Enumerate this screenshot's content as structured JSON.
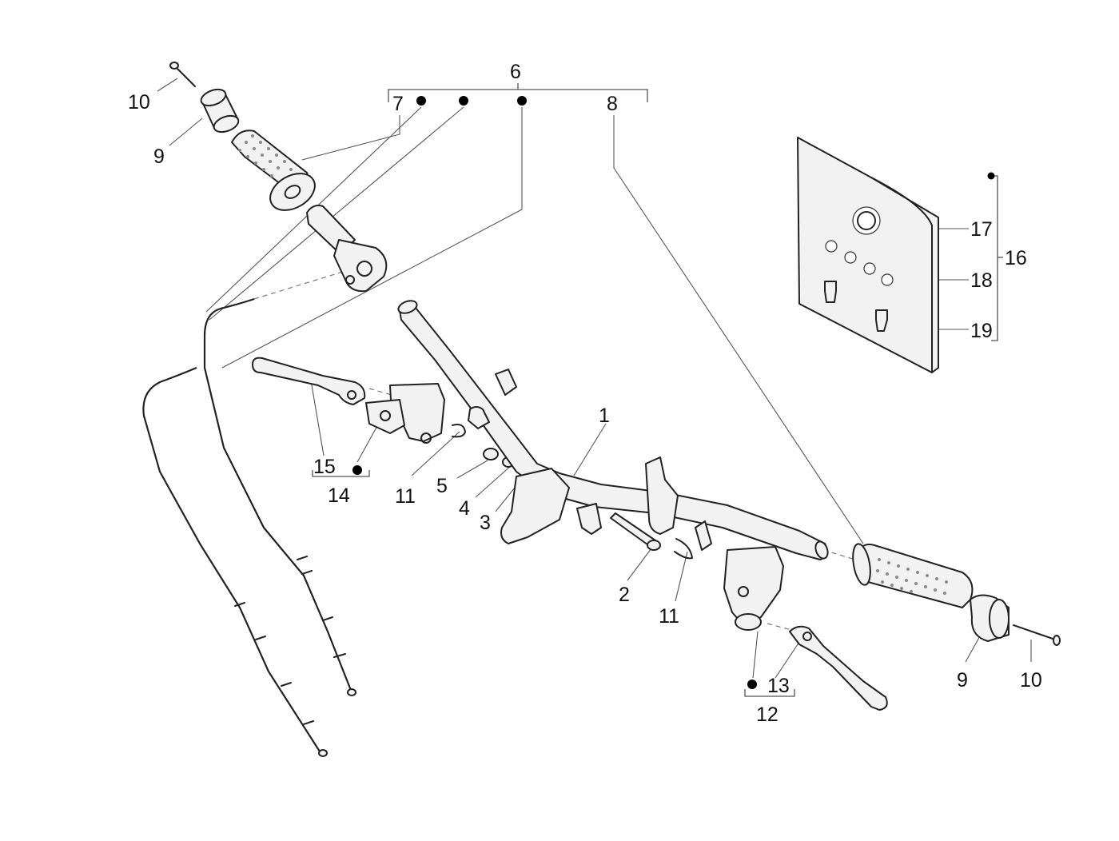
{
  "diagram": {
    "callouts": [
      {
        "id": "n1",
        "text": "1"
      },
      {
        "id": "n2",
        "text": "2"
      },
      {
        "id": "n3",
        "text": "3"
      },
      {
        "id": "n4",
        "text": "4"
      },
      {
        "id": "n5",
        "text": "5"
      },
      {
        "id": "n6",
        "text": "6"
      },
      {
        "id": "n7",
        "text": "7"
      },
      {
        "id": "n8",
        "text": "8"
      },
      {
        "id": "n9a",
        "text": "9"
      },
      {
        "id": "n9b",
        "text": "9"
      },
      {
        "id": "n10a",
        "text": "10"
      },
      {
        "id": "n10b",
        "text": "10"
      },
      {
        "id": "n11a",
        "text": "11"
      },
      {
        "id": "n11b",
        "text": "11"
      },
      {
        "id": "n12",
        "text": "12"
      },
      {
        "id": "n13",
        "text": "13"
      },
      {
        "id": "n14",
        "text": "14"
      },
      {
        "id": "n15",
        "text": "15"
      },
      {
        "id": "n16",
        "text": "16"
      },
      {
        "id": "n17",
        "text": "17"
      },
      {
        "id": "n18",
        "text": "18"
      },
      {
        "id": "n19",
        "text": "19"
      }
    ]
  }
}
